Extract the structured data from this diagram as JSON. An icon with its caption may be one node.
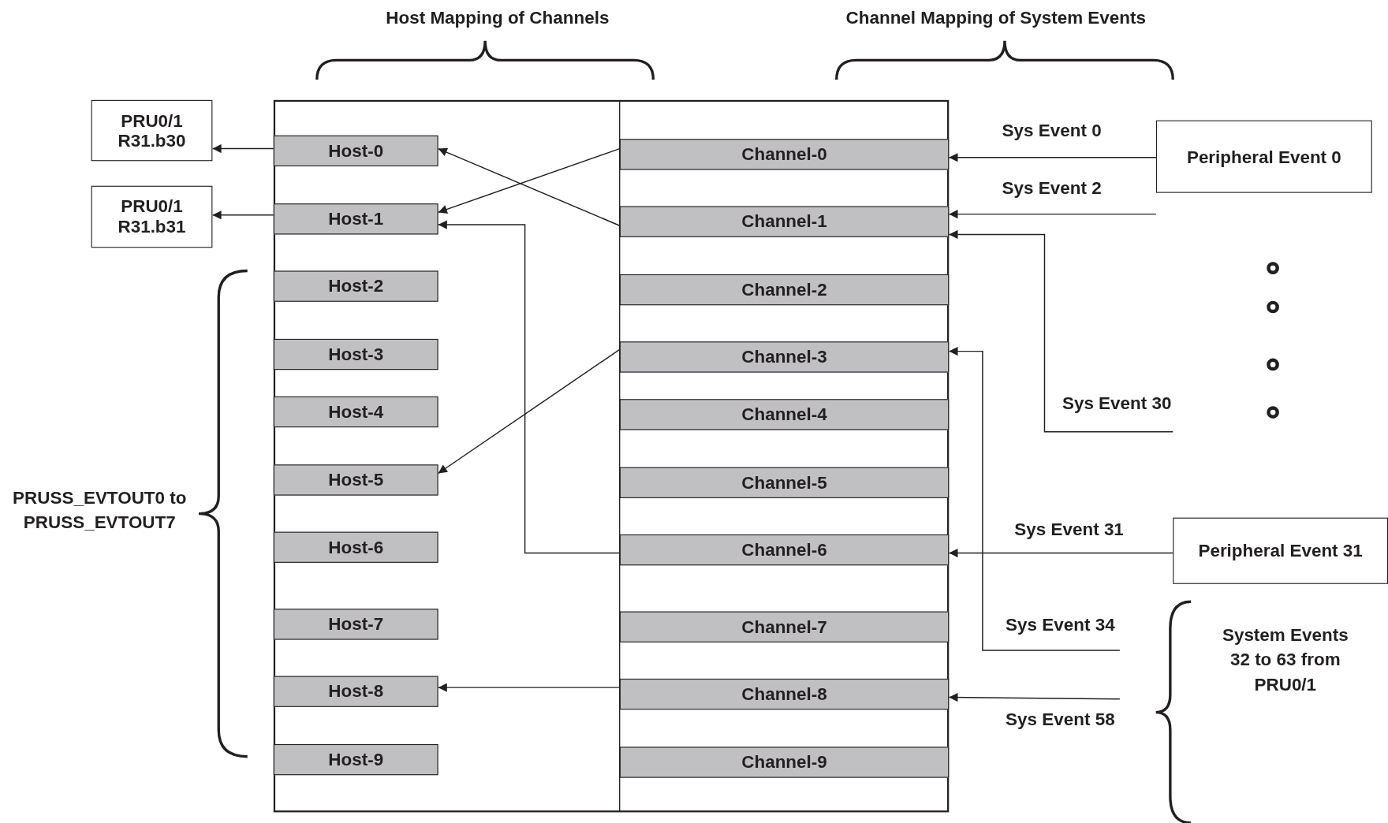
{
  "diagram": {
    "nodes": [
      {
        "text": [],
        "shape": "box"
      },
      {
        "text": [
          "Host-0"
        ],
        "in": 0
      },
      {
        "text": [
          "Host-1"
        ],
        "in": 0
      },
      {
        "text": [
          "Host-2"
        ],
        "in": 0
      },
      {
        "text": [
          "Host-3"
        ],
        "in": 0
      },
      {
        "text": [
          "Host-4"
        ],
        "in": 0
      },
      {
        "text": [
          "Host-5"
        ],
        "in": 0
      },
      {
        "text": [
          "Host-6"
        ],
        "in": 0
      },
      {
        "text": [
          "Host-7"
        ],
        "in": 0
      },
      {
        "text": [
          "Host-8"
        ],
        "in": 0
      },
      {
        "text": [
          "Host-9"
        ],
        "in": 0
      },
      {
        "text": [
          "Channel-0"
        ],
        "in": 0
      },
      {
        "text": [
          "Channel-1"
        ],
        "in": 0
      },
      {
        "text": [
          "Channel-2"
        ],
        "in": 0
      },
      {
        "text": [
          "Channel-3"
        ],
        "in": 0
      },
      {
        "text": [
          "Channel-4"
        ],
        "in": 0
      },
      {
        "text": [
          "Channel-5"
        ],
        "in": 0
      },
      {
        "text": [
          "Channel-6"
        ],
        "in": 0
      },
      {
        "text": [
          "Channel-7"
        ],
        "in": 0
      },
      {
        "text": [
          "Channel-8"
        ],
        "in": 0
      },
      {
        "text": [
          "Channel-9"
        ],
        "in": 0
      },
      {
        "text": [
          "PRU0/1 R31.b30"
        ]
      },
      {
        "text": [
          "PRU0/1 R31.b31"
        ]
      },
      {
        "text": [
          "Peripheral Event 0"
        ]
      },
      {
        "text": [
          "Peripheral Event 31"
        ]
      }
    ],
    "edges": [
      {
        "from": 1,
        "to": 21,
        "arrow": "to"
      },
      {
        "from": 2,
        "to": 22,
        "arrow": "to"
      },
      {
        "from": 11,
        "to": 2,
        "arrow": "to"
      },
      {
        "from": 12,
        "to": 1,
        "arrow": "to"
      },
      {
        "from": 17,
        "to": 2,
        "arrow": "to"
      },
      {
        "from": 14,
        "to": 6,
        "arrow": "to"
      },
      {
        "from": 19,
        "to": 9,
        "arrow": "to"
      },
      {
        "from": 23,
        "to": 11,
        "arrow": "to",
        "label": "Sys Event 0"
      },
      {
        "from": null,
        "to": 12,
        "arrow": "to",
        "label": "Sys Event 2"
      },
      {
        "from": null,
        "to": 12,
        "arrow": "to",
        "label": "Sys Event 30"
      },
      {
        "from": 24,
        "to": 17,
        "arrow": "to",
        "label": "Sys Event 31"
      },
      {
        "from": null,
        "to": 14,
        "arrow": "to",
        "label": "Sys Event 34"
      },
      {
        "from": null,
        "to": 19,
        "arrow": "to",
        "label": "Sys Event 58"
      }
    ],
    "labels": [
      "Host Mapping of Channels",
      "Channel Mapping of System Events",
      "PRUSS_EVTOUT0 to PRUSS_EVTOUT7",
      "System Events 32 to 63 from PRU0/1"
    ]
  }
}
